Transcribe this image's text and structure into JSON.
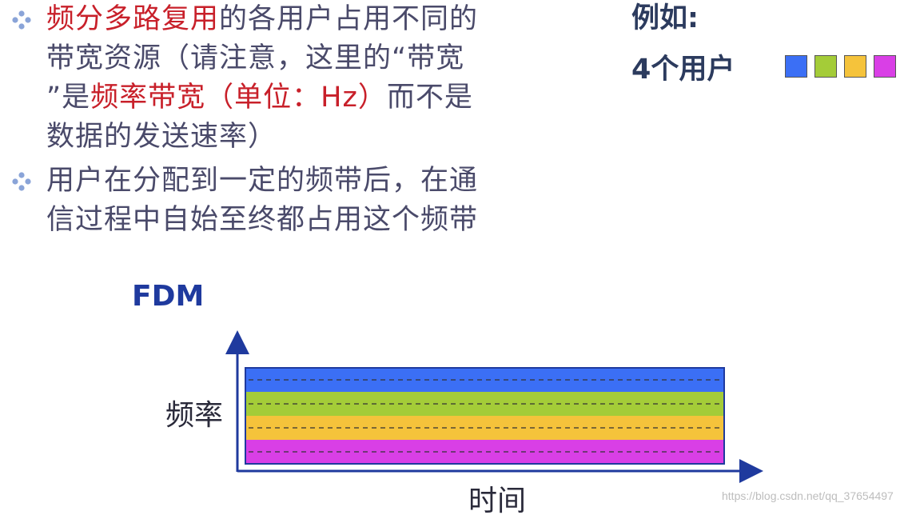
{
  "bullets": [
    {
      "segments": [
        {
          "text": "频分多路复用",
          "highlight": true
        },
        {
          "text": "的各用户占用不同的",
          "highlight": false
        }
      ],
      "continuation_lines": [
        [
          {
            "text": "带宽资源（请注意，这里的“带宽",
            "highlight": false
          }
        ],
        [
          {
            "text": "”是",
            "highlight": false
          },
          {
            "text": "频率带宽（单位：Hz）",
            "highlight": true
          },
          {
            "text": "而不是",
            "highlight": false
          }
        ],
        [
          {
            "text": "数据的发送速率）",
            "highlight": false
          }
        ]
      ]
    },
    {
      "segments": [
        {
          "text": "用户在分配到一定的频带后，在通",
          "highlight": false
        }
      ],
      "continuation_lines": [
        [
          {
            "text": "信过程中自始至终都占用这个频带",
            "highlight": false
          }
        ]
      ]
    }
  ],
  "example": {
    "title": "例如:",
    "users_label": "4个用户",
    "user_colors": [
      "#3b6ff5",
      "#a4cc38",
      "#f5c33b",
      "#d93fe6"
    ]
  },
  "chart_data": {
    "type": "diagram",
    "title": "FDM",
    "ylabel": "频率",
    "xlabel": "时间",
    "bands": [
      {
        "user": 1,
        "color": "#3b6ff5"
      },
      {
        "user": 2,
        "color": "#a4cc38"
      },
      {
        "user": 3,
        "color": "#f5c33b"
      },
      {
        "user": 4,
        "color": "#d93fe6"
      }
    ]
  },
  "watermark": "https://blog.csdn.net/qq_37654497"
}
